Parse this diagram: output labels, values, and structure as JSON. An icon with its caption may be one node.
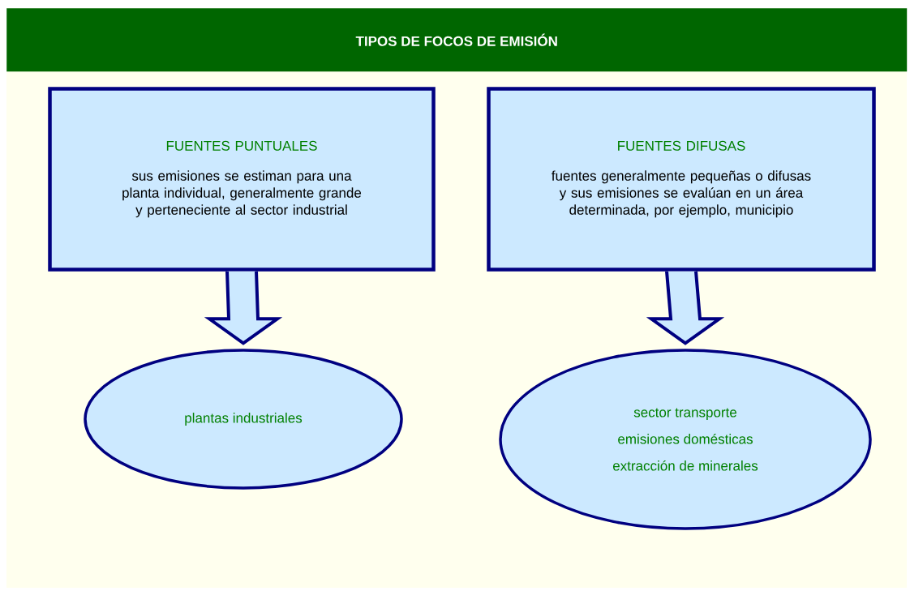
{
  "diagram": {
    "title": "TIPOS DE FOCOS DE EMISIÓN",
    "nodes": [
      {
        "text": [
          "FUENTES PUNTUALES",
          "sus emisiones se estiman para una planta individual, generalmente grande y perteneciente al sector industrial"
        ]
      },
      {
        "text": [
          "FUENTES DIFUSAS",
          "fuentes generalmente pequeñas o difusas y sus emisiones se evalúan en un área determinada, por ejemplo, municipio"
        ]
      },
      {
        "text": [
          "plantas industriales"
        ]
      },
      {
        "text": [
          "sector transporte",
          "emisiones domésticas",
          "extracción de minerales"
        ]
      }
    ],
    "edges": [
      {
        "from": 0,
        "to": 2,
        "arrow": "to"
      },
      {
        "from": 1,
        "to": 3,
        "arrow": "to"
      }
    ]
  }
}
